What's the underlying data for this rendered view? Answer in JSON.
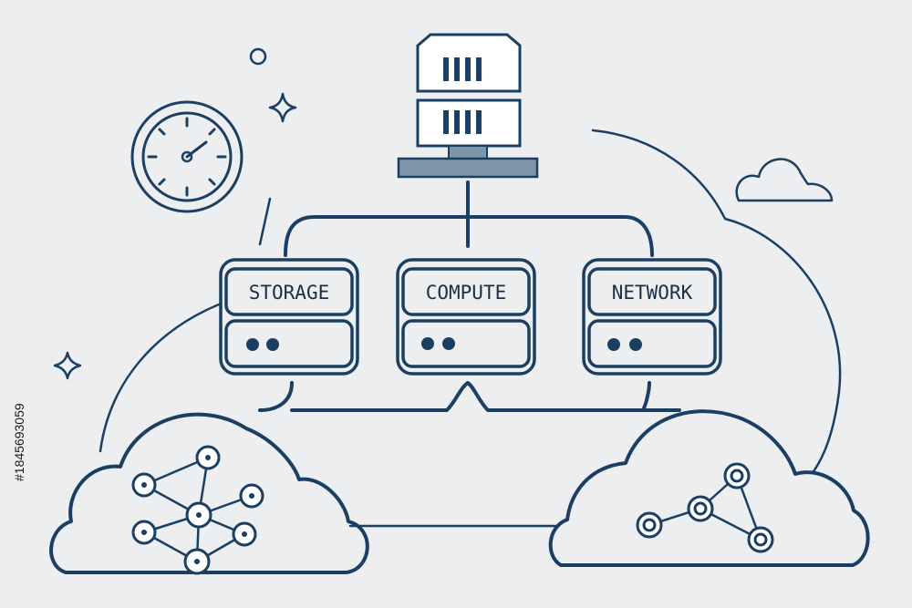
{
  "units": [
    {
      "id": "storage",
      "label": "STORAGE"
    },
    {
      "id": "compute",
      "label": "COMPUTE"
    },
    {
      "id": "network",
      "label": "NETWORK"
    }
  ],
  "stock_id": "#1845693059",
  "colors": {
    "line": "#1b3f63",
    "background": "#eceeef",
    "server_fill": "#ffffff",
    "server_base": "#7d95a8"
  },
  "icons": [
    "server-icon",
    "clock-icon",
    "cloud-icon",
    "sparkle-icon",
    "circle-icon",
    "network-graph-icon"
  ]
}
